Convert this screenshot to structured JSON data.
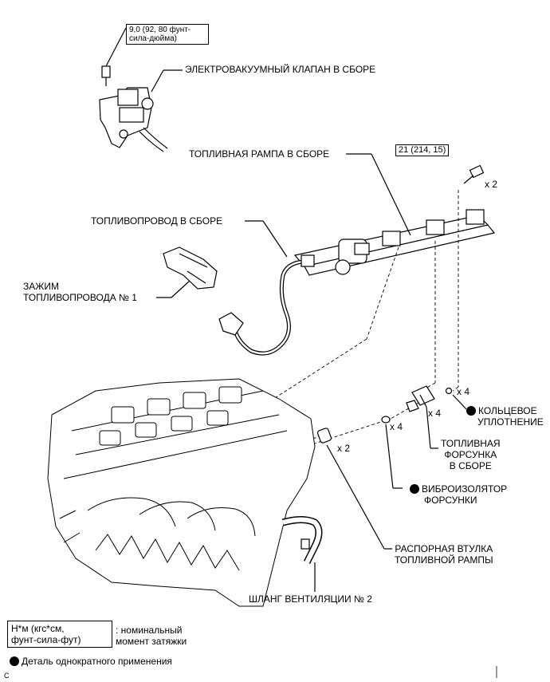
{
  "torque_boxes": {
    "vsv_torque": "9,0 (92, 80 фунт-сила-дюйма)",
    "rail_torque": "21 (214, 15)"
  },
  "labels": {
    "vsv": "ЭЛЕКТРОВАКУУМНЫЙ КЛАПАН В СБОРЕ",
    "fuel_rail": "ТОПЛИВНАЯ РАМПА В СБОРЕ",
    "fuel_pipe": "ТОПЛИВОПРОВОД В СБОРЕ",
    "clamp_line1": "ЗАЖИМ",
    "clamp_line2": "ТОПЛИВОПРОВОДА № 1",
    "o_ring_line1": "КОЛЬЦЕВОЕ",
    "o_ring_line2": "УПЛОТНЕНИЕ",
    "injector_line1": "ТОПЛИВНАЯ",
    "injector_line2": "ФОРСУНКА",
    "injector_line3": "В СБОРЕ",
    "insulator_line1": "ВИБРОИЗОЛЯТОР",
    "insulator_line2": "ФОРСУНКИ",
    "spacer_line1": "РАСПОРНАЯ ВТУЛКА",
    "spacer_line2": "ТОПЛИВНОЙ РАМПЫ",
    "hose": "ШЛАНГ ВЕНТИЛЯЦИИ № 2"
  },
  "quantities": {
    "bolt_qty": "x 2",
    "o_ring_qty": "x 4",
    "injector_qty": "x 4",
    "insulator_qty": "x 4",
    "spacer_qty": "x 2"
  },
  "legend": {
    "unit_box_line1": "Н*м (кгс*см,",
    "unit_box_line2": "фунт-сила-фут)",
    "unit_desc_line1": ": номинальный",
    "unit_desc_line2": "момент затяжки",
    "single_use": "Деталь однократного применения",
    "footer_code": "C"
  },
  "colors": {
    "ink": "#000000",
    "paper": "#ffffff"
  }
}
